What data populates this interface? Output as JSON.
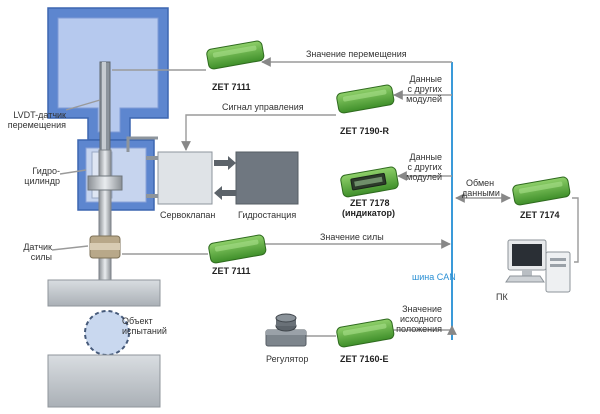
{
  "colors": {
    "press_blue_fill": "#9fb7e6",
    "press_blue_edge": "#4c77c6",
    "frame_gray": "#c8cdd2",
    "module_green": "#5fae3e",
    "can_bus": "#3a9ad9",
    "hydro_station": "#6f7780"
  },
  "labels": {
    "lvdt": [
      "LVDT-датчик",
      "перемещения"
    ],
    "cylinder": [
      "Гидро-",
      "цилиндр"
    ],
    "force_sensor": [
      "Датчик",
      "силы"
    ],
    "test_object": [
      "Объект",
      "испытаний"
    ],
    "servo_valve": "Сервоклапан",
    "hydro_station": "Гидростанция",
    "regulator": "Регулятор",
    "pc": "ПК",
    "can_bus": "шина CAN"
  },
  "modules": {
    "zet7111_top": "ZET 7111",
    "zet7190r": "ZET 7190-R",
    "zet7178": [
      "ZET 7178",
      "(индикатор)"
    ],
    "zet7111_bottom": "ZET 7111",
    "zet7160e": "ZET 7160-E",
    "zet7174": "ZET 7174"
  },
  "signals": {
    "displacement_value": "Значение перемещения",
    "other_modules_1": [
      "Данные",
      "с других",
      "модулей"
    ],
    "control_signal": "Сигнал управления",
    "other_modules_2": [
      "Данные",
      "с других",
      "модулей"
    ],
    "data_exchange": [
      "Обмен",
      "данными"
    ],
    "force_value": "Значение силы",
    "initial_position": [
      "Значение",
      "исходного",
      "положения"
    ]
  }
}
